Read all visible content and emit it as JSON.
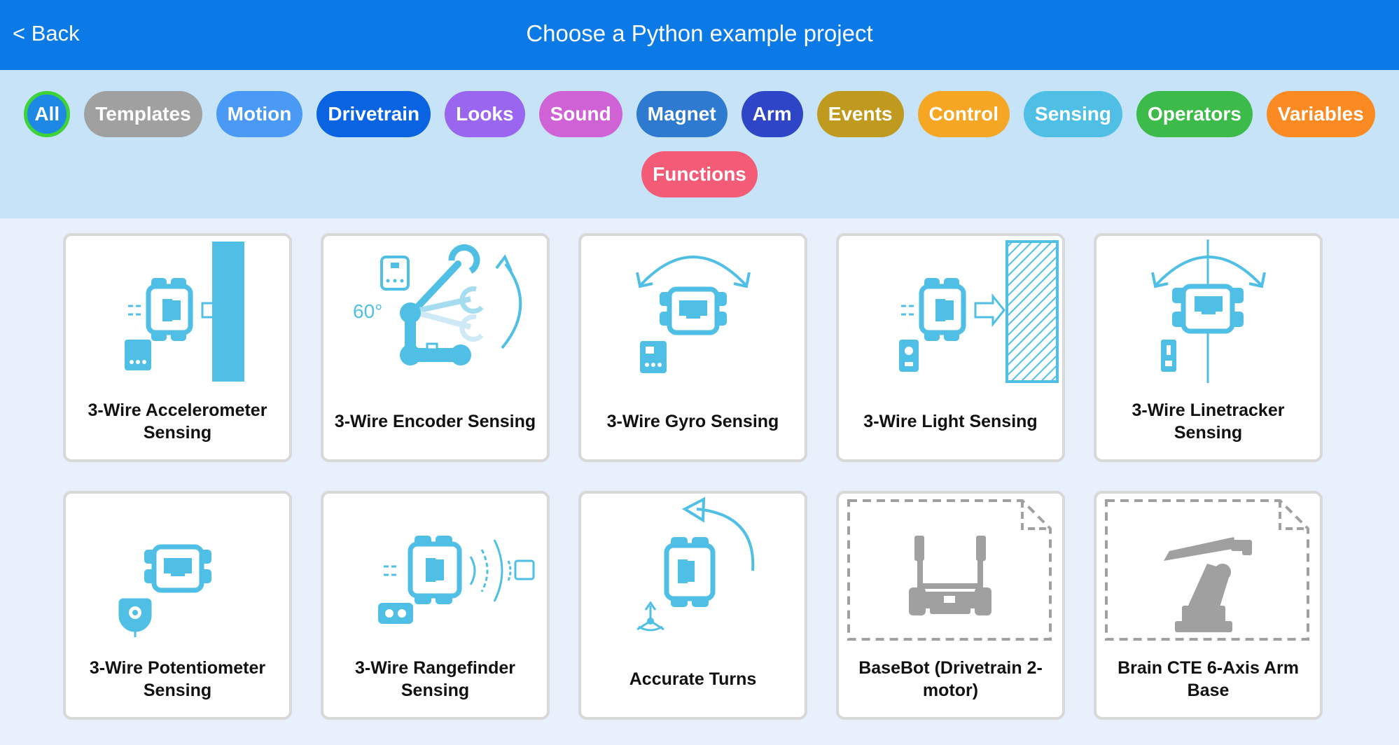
{
  "header": {
    "back_label": "< Back",
    "title": "Choose a Python example project"
  },
  "colors": {
    "header_bg": "#0b7ae6",
    "filter_bg": "#c7e3f8",
    "icon_blue": "#4fbfe6",
    "icon_gray": "#a0a0a0"
  },
  "filters": [
    {
      "label": "All",
      "color": "#1e88e5",
      "selected": true
    },
    {
      "label": "Templates",
      "color": "#a0a0a0"
    },
    {
      "label": "Motion",
      "color": "#4a9af5"
    },
    {
      "label": "Drivetrain",
      "color": "#0a63e0"
    },
    {
      "label": "Looks",
      "color": "#9a66f0"
    },
    {
      "label": "Sound",
      "color": "#cf63d6"
    },
    {
      "label": "Magnet",
      "color": "#2f7ad1"
    },
    {
      "label": "Arm",
      "color": "#2f45c8"
    },
    {
      "label": "Events",
      "color": "#bf9a1e"
    },
    {
      "label": "Control",
      "color": "#f5a623"
    },
    {
      "label": "Sensing",
      "color": "#4fbfe6"
    },
    {
      "label": "Operators",
      "color": "#3dbb4a"
    },
    {
      "label": "Variables",
      "color": "#fb8a22"
    },
    {
      "label": "Functions",
      "color": "#f45b76"
    }
  ],
  "projects": [
    {
      "label": "3-Wire Accelerometer Sensing",
      "icon": "accelerometer-icon"
    },
    {
      "label": "3-Wire Encoder Sensing",
      "icon": "encoder-icon",
      "angle_text": "60°"
    },
    {
      "label": "3-Wire Gyro Sensing",
      "icon": "gyro-icon"
    },
    {
      "label": "3-Wire Light Sensing",
      "icon": "light-sensor-icon"
    },
    {
      "label": "3-Wire Linetracker Sensing",
      "icon": "linetracker-icon"
    },
    {
      "label": "3-Wire Potentiometer Sensing",
      "icon": "potentiometer-icon"
    },
    {
      "label": "3-Wire Rangefinder Sensing",
      "icon": "rangefinder-icon"
    },
    {
      "label": "Accurate Turns",
      "icon": "turn-icon"
    },
    {
      "label": "BaseBot (Drivetrain 2-motor)",
      "icon": "basebot-icon"
    },
    {
      "label": "Brain CTE 6-Axis Arm Base",
      "icon": "robot-arm-icon"
    }
  ]
}
